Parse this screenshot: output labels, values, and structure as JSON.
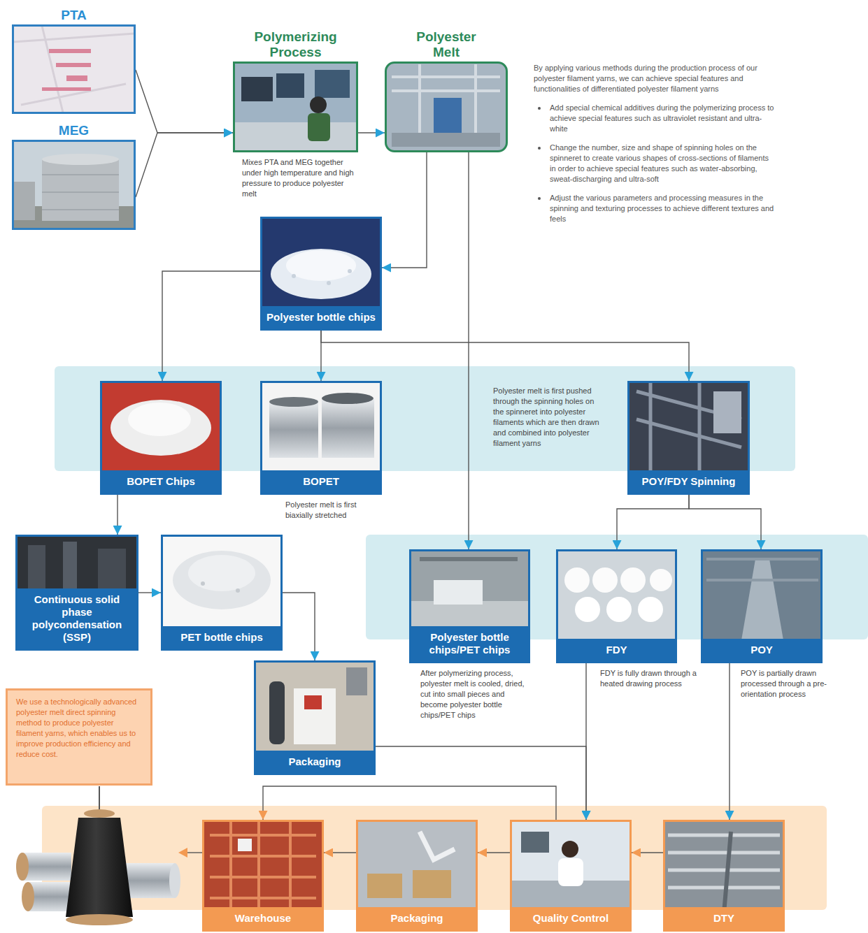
{
  "diagram": {
    "nodes": [
      {
        "text": [
          "PTA"
        ]
      },
      {
        "text": [
          "MEG"
        ]
      },
      {
        "text": [
          "Polymerizing Process",
          "Mixes PTA and MEG together under high temperature and high pressure to produce polyester melt"
        ]
      },
      {
        "text": [
          "Polyester Melt"
        ]
      },
      {
        "text": [
          "Polyester bottle chips"
        ]
      },
      {
        "text": [
          "Polyester melt is first pushed through the spinning holes on the spinneret into polyester filaments which are then drawn and combined into polyester filament yarns"
        ]
      },
      {
        "text": [
          "BOPET Chips"
        ],
        "in": 5
      },
      {
        "text": [
          "BOPET",
          "Polyester melt is first biaxially stretched"
        ],
        "in": 5
      },
      {
        "text": [
          "POY/FDY Spinning"
        ],
        "in": 5
      },
      {
        "text": [
          "Continuous solid phase polycondensation (SSP)"
        ]
      },
      {
        "text": [
          "PET bottle chips"
        ]
      },
      {
        "text": [
          "Polyester bottle chips/PET chips",
          "After polymerizing process, polyester melt is cooled, dried, cut into small pieces and become polyester bottle chips/PET chips"
        ]
      },
      {
        "text": [
          "FDY",
          "FDY is fully drawn through a heated drawing process"
        ]
      },
      {
        "text": [
          "POY",
          "POY is partially drawn processed through a pre-orientation process"
        ]
      },
      {
        "text": [
          "Packaging"
        ]
      },
      {
        "text": [
          "We use a technologically advanced polyester melt direct spinning method to produce polyester filament yarns, which enables us to improve production efficiency and reduce cost."
        ]
      },
      {
        "text": [
          "Warehouse"
        ]
      },
      {
        "text": [
          "Packaging"
        ]
      },
      {
        "text": [
          "Quality Control"
        ]
      },
      {
        "text": [
          "DTY"
        ]
      }
    ],
    "edges": [
      {
        "from": 0,
        "to": 2,
        "arrow": "to"
      },
      {
        "from": 1,
        "to": 2,
        "arrow": "to"
      },
      {
        "from": 2,
        "to": 3,
        "arrow": "to"
      },
      {
        "from": 3,
        "to": 4,
        "arrow": "to"
      },
      {
        "from": 4,
        "to": 6,
        "arrow": "to"
      },
      {
        "from": 4,
        "to": 7,
        "arrow": "to"
      },
      {
        "from": 4,
        "to": 8,
        "arrow": "to"
      },
      {
        "from": 3,
        "to": 11,
        "arrow": "to"
      },
      {
        "from": 6,
        "to": 9,
        "arrow": "to"
      },
      {
        "from": 9,
        "to": 10,
        "arrow": "to"
      },
      {
        "from": 10,
        "to": 14,
        "arrow": "to"
      },
      {
        "from": 8,
        "to": 12,
        "arrow": "to"
      },
      {
        "from": 8,
        "to": 13,
        "arrow": "to"
      },
      {
        "from": 12,
        "to": 18,
        "arrow": "to"
      },
      {
        "from": 14,
        "to": 18,
        "arrow": "to"
      },
      {
        "from": 13,
        "to": 19,
        "arrow": "to"
      },
      {
        "from": 19,
        "to": 18,
        "arrow": "to"
      },
      {
        "from": 18,
        "to": 17,
        "arrow": "to"
      },
      {
        "from": 17,
        "to": 16,
        "arrow": "to"
      },
      {
        "from": 18,
        "to": 16,
        "arrow": "to"
      }
    ],
    "labels": [
      "By applying various methods during the production process of our polyester filament yarns, we can achieve special features and functionalities of differentiated polyester filament yarns",
      "Add special chemical additives during the polymerizing process to achieve special features such as ultraviolet resistant and ultra-white",
      "Change the number, size and shape of spinning holes on the spinneret to create various shapes of cross-sections of filaments in order to achieve special features such as water-absorbing, sweat-discharging and ultra-soft",
      "Adjust the various parameters and processing measures in the spinning and texturing processes to achieve different textures and feels"
    ]
  }
}
